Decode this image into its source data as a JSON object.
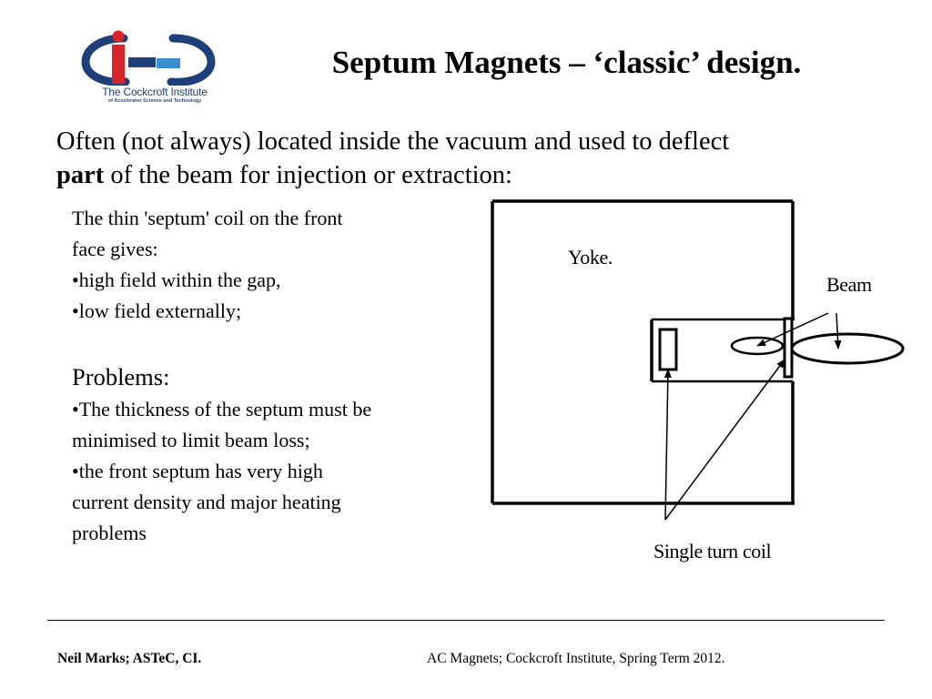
{
  "logo": {
    "name": "The Cockcroft Institute",
    "subtitle": "of Accelerator Science and Technology",
    "colors": {
      "blue": "#1f3f7a",
      "red": "#d8252b",
      "cyan": "#3b8fd0"
    }
  },
  "slide": {
    "title": "Septum Magnets – ‘classic’ design.",
    "intro": {
      "part1": "Often (not always) located inside the vacuum and used to deflect",
      "bold": "part",
      "part2": " of the beam for injection or extraction:"
    },
    "description_lines": [
      "The thin 'septum' coil on the front",
      "face gives:",
      "•high field within the gap,",
      "•low field externally;"
    ],
    "problems_heading": "Problems:",
    "problems_lines": [
      "•The thickness of the septum must be",
      "minimised to limit beam loss;",
      "•the front septum has very high",
      "current density and major heating",
      "problems"
    ]
  },
  "diagram": {
    "labels": {
      "yoke": "Yoke.",
      "beam": "Beam",
      "coil": "Single turn coil"
    }
  },
  "footer": {
    "left": "Neil Marks; ASTeC, CI.",
    "right": "AC Magnets; Cockcroft Institute, Spring Term 2012."
  }
}
